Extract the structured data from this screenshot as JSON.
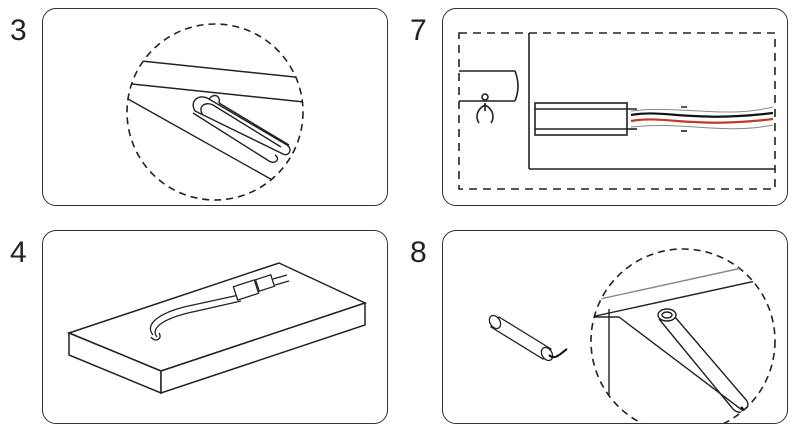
{
  "steps": [
    {
      "number": "3"
    },
    {
      "number": "7"
    },
    {
      "number": "4"
    },
    {
      "number": "8"
    }
  ],
  "colors": {
    "line": "#222222",
    "cable_red": "#c0392b",
    "cable_black": "#111111",
    "gray_line": "#888888"
  }
}
